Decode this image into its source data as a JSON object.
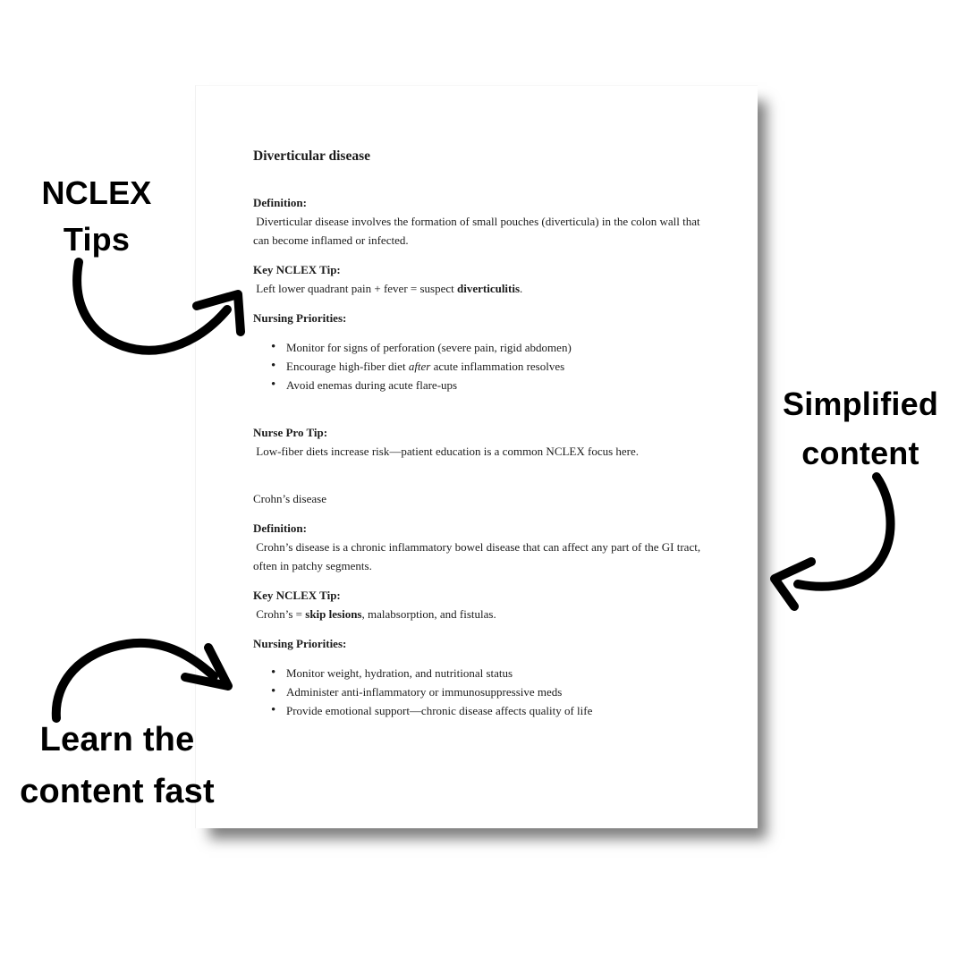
{
  "annotations": {
    "top_left": {
      "line1": "NCLEX",
      "line2": "Tips"
    },
    "right": {
      "line1": "Simplified",
      "line2": "content"
    },
    "bottom_left": {
      "line1": "Learn the",
      "line2": "content fast"
    }
  },
  "document": {
    "title": "Diverticular disease",
    "diverticular": {
      "definition_label": "Definition:",
      "definition_text": " Diverticular disease involves the formation of small pouches (diverticula) in the colon wall that can become inflamed or infected.",
      "key_tip_label": "Key NCLEX Tip:",
      "key_tip_pre": " Left lower quadrant pain + fever = suspect ",
      "key_tip_bold": "diverticulitis",
      "key_tip_post": ".",
      "priorities_label": "Nursing Priorities:",
      "bullet1": "Monitor for signs of perforation (severe pain, rigid abdomen)",
      "bullet2_pre": "Encourage high-fiber diet ",
      "bullet2_italic": "after",
      "bullet2_post": " acute inflammation resolves",
      "bullet3": "Avoid enemas during acute flare-ups",
      "pro_tip_label": "Nurse Pro Tip:",
      "pro_tip_text": " Low-fiber diets increase risk—patient education is a common NCLEX focus here."
    },
    "crohns": {
      "subtitle": "Crohn’s disease",
      "definition_label": "Definition:",
      "definition_text": " Crohn’s disease is a chronic inflammatory bowel disease that can affect any part of the GI tract, often in patchy segments.",
      "key_tip_label": "Key NCLEX Tip:",
      "key_tip_pre": " Crohn’s = ",
      "key_tip_bold": "skip lesions",
      "key_tip_post": ", malabsorption, and fistulas.",
      "priorities_label": "Nursing Priorities:",
      "bullet1": "Monitor weight, hydration, and nutritional status",
      "bullet2": "Administer anti-inflammatory or immunosuppressive meds",
      "bullet3": "Provide emotional support—chronic disease affects quality of life"
    }
  },
  "colors": {
    "ink": "#000000",
    "doc_text": "#1c1c1c",
    "page_shadow": "rgba(0,0,0,0.5)"
  }
}
